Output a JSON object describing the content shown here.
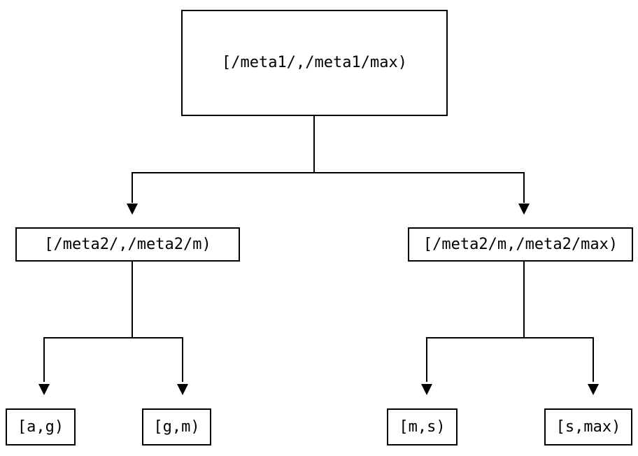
{
  "diagram": {
    "type": "tree",
    "background_color": "#ffffff",
    "line_color": "#000000",
    "text_color": "#000000",
    "nodes": {
      "root": {
        "label": "[/meta1/,/meta1/max)"
      },
      "level2_left": {
        "label": "[/meta2/,/meta2/m)"
      },
      "level2_right": {
        "label": "[/meta2/m,/meta2/max)"
      },
      "leaf_a_g": {
        "label": "[a,g)"
      },
      "leaf_g_m": {
        "label": "[g,m)"
      },
      "leaf_m_s": {
        "label": "[m,s)"
      },
      "leaf_s_max": {
        "label": "[s,max)"
      }
    },
    "edges": [
      {
        "from": "root",
        "to": "level2_left",
        "arrow": "down"
      },
      {
        "from": "root",
        "to": "level2_right",
        "arrow": "down"
      },
      {
        "from": "level2_left",
        "to": "leaf_a_g",
        "arrow": "down"
      },
      {
        "from": "level2_left",
        "to": "leaf_g_m",
        "arrow": "down"
      },
      {
        "from": "level2_right",
        "to": "leaf_m_s",
        "arrow": "down"
      },
      {
        "from": "level2_right",
        "to": "leaf_s_max",
        "arrow": "down"
      }
    ]
  }
}
